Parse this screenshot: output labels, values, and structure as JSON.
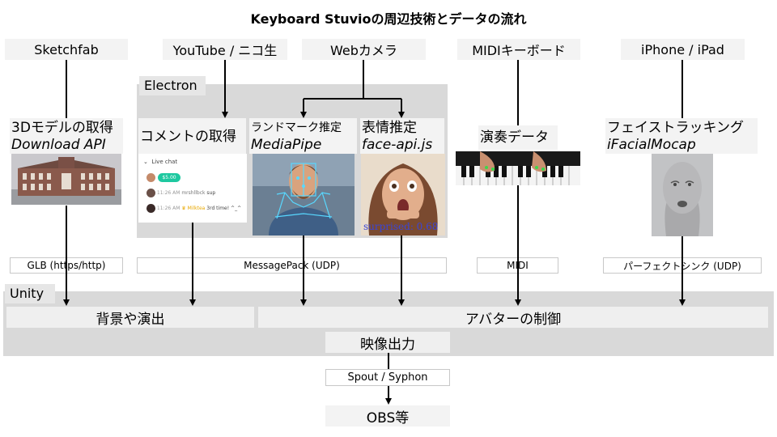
{
  "title": "Keyboard Stuvioの周辺技術とデータの流れ",
  "sources": {
    "sketchfab": "Sketchfab",
    "youtube": "YouTube / ニコ生",
    "webcam": "Webカメラ",
    "midi_keyboard": "MIDIキーボード",
    "iphone": "iPhone / iPad"
  },
  "electron": {
    "label": "Electron"
  },
  "modules": {
    "model3d": {
      "title": "3Dモデルの取得",
      "subtitle": "Download API"
    },
    "comment": {
      "title": "コメントの取得"
    },
    "landmark": {
      "title": "ランドマーク推定",
      "subtitle": "MediaPipe"
    },
    "expression": {
      "title": "表情推定",
      "subtitle": "face-api.js"
    },
    "performance": {
      "title": "演奏データ"
    },
    "face_tracking": {
      "title": "フェイストラッキング",
      "subtitle": "iFacialMocap"
    }
  },
  "live_chat": {
    "header": "Live chat",
    "amount": "$5.00",
    "rows": [
      {
        "time": "11:26 AM",
        "user": "mrshllbck",
        "text": "sup"
      },
      {
        "time": "11:26 AM",
        "user": "Milktea",
        "text": "3rd time! ^_^"
      }
    ]
  },
  "expression_readout": "surprised: 0.68",
  "protocols": {
    "glb": "GLB (https/http)",
    "messagepack": "MessagePack (UDP)",
    "midi": "MIDI",
    "perfect_sync": "パーフェクトシンク (UDP)"
  },
  "unity": {
    "label": "Unity",
    "background": "背景や演出",
    "avatar": "アバターの制御",
    "video_out": "映像出力"
  },
  "spout": "Spout / Syphon",
  "obs": "OBS等",
  "colors": {
    "band": "#d9d9d9",
    "box": "#f3f3f3",
    "chat_accent": "#1ec8a0",
    "expr_text": "#3a45d6"
  }
}
